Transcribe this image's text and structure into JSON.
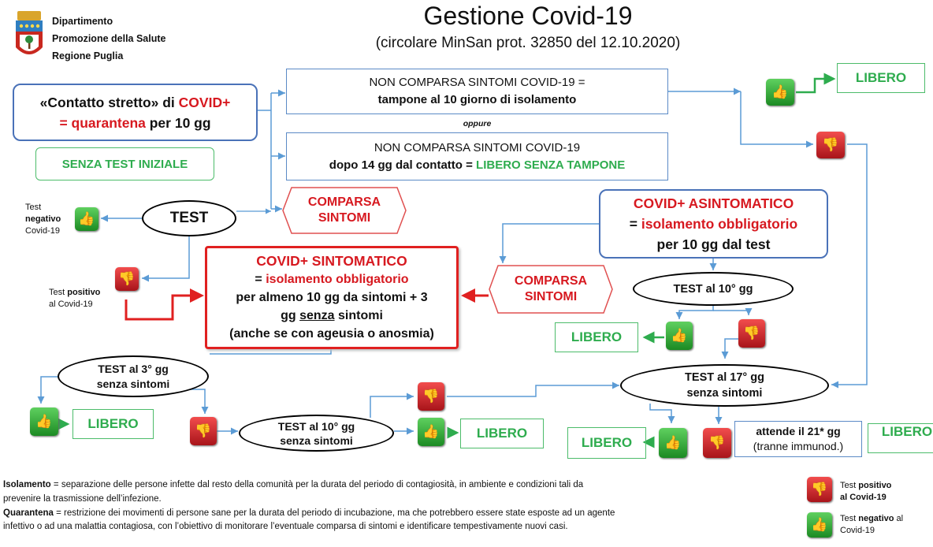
{
  "header": {
    "org_line1": "Dipartimento",
    "org_line2": "Promozione della Salute",
    "org_line3": "Regione Puglia",
    "title": "Gestione Covid-19",
    "subtitle": "(circolare MinSan prot. 32850 del 12.10.2020)"
  },
  "contact": {
    "p1": "«Contatto stretto» di ",
    "p2": "COVID+",
    "p3": "= ",
    "p4": "quarantena",
    "p5": " per 10 gg"
  },
  "no_initial_test": "SENZA TEST INIZIALE",
  "option1": {
    "line1": "NON COMPARSA SINTOMI COVID-19 =",
    "line2": "tampone al 10 giorno di isolamento"
  },
  "oppure": "oppure",
  "option2": {
    "line1": "NON COMPARSA SINTOMI COVID-19",
    "line2a": "dopo 14 gg dal contatto = ",
    "line2b": "LIBERO SENZA TAMPONE"
  },
  "libero": "LIBERO",
  "test_oval": "TEST",
  "symptoms_hex": {
    "line1": "COMPARSA",
    "line2": "SINTOMI"
  },
  "test_neg_label": {
    "l1": "Test",
    "l2": "negativo",
    "l3": "Covid-19"
  },
  "test_pos_label": {
    "l1a": "Test ",
    "l1b": "positivo",
    "l2": "al Covid-19"
  },
  "symptomatic": {
    "title": "COVID+ SINTOMATICO",
    "l2a": "= ",
    "l2b": "isolamento obbligatorio",
    "l3": "per almeno 10 gg da sintomi + 3",
    "l4a": "gg ",
    "l4b": "senza",
    "l4c": " sintomi",
    "l5": "(anche se con ageusia o anosmia)"
  },
  "asymptomatic": {
    "title": "COVID+ ASINTOMATICO",
    "l2a": "= ",
    "l2b": "isolamento obbligatorio",
    "l3": "per 10 gg dal test"
  },
  "test10_asym": "TEST al 10° gg",
  "test3": {
    "l1": "TEST al 3° gg",
    "l2": "senza sintomi"
  },
  "test10_sym": {
    "l1": "TEST al 10° gg",
    "l2": "senza sintomi"
  },
  "test17": {
    "l1": "TEST al 17° gg",
    "l2": "senza sintomi"
  },
  "wait21": {
    "l1": "attende il 21* gg",
    "l2": "(tranne immunod.)"
  },
  "footer": {
    "iso_term": "Isolamento",
    "iso_text1": " = separazione delle persone infette dal resto della comunità per la durata del periodo di contagiosità, in ambiente e condizioni tali da",
    "iso_text2": "prevenire la trasmissione dell’infezione.",
    "quar_term": "Quarantena",
    "quar_text1": " = restrizione dei movimenti di persone sane per la durata del periodo di incubazione, ma che potrebbero essere state esposte ad un agente",
    "quar_text2": "infettivo o ad una malattia contagiosa, con l’obiettivo di monitorare l’eventuale comparsa di sintomi e identificare tempestivamente nuovi casi."
  },
  "legend": {
    "pos_l1a": "Test ",
    "pos_l1b": "positivo",
    "pos_l2": "al Covid-19",
    "neg_l1a": "Test ",
    "neg_l1b": "negativo",
    "neg_l1c": " al",
    "neg_l2": "Covid-19"
  },
  "icons": {
    "thumbs_up": "thumbs-up-icon",
    "thumbs_down": "thumbs-down-icon",
    "logo": "regione-puglia-coat-of-arms"
  },
  "colors": {
    "red": "#d71920",
    "green": "#2eac4e",
    "blue_border": "#4a72b8",
    "connector_blue": "#5b9bd5",
    "red_connector": "#e02020"
  }
}
